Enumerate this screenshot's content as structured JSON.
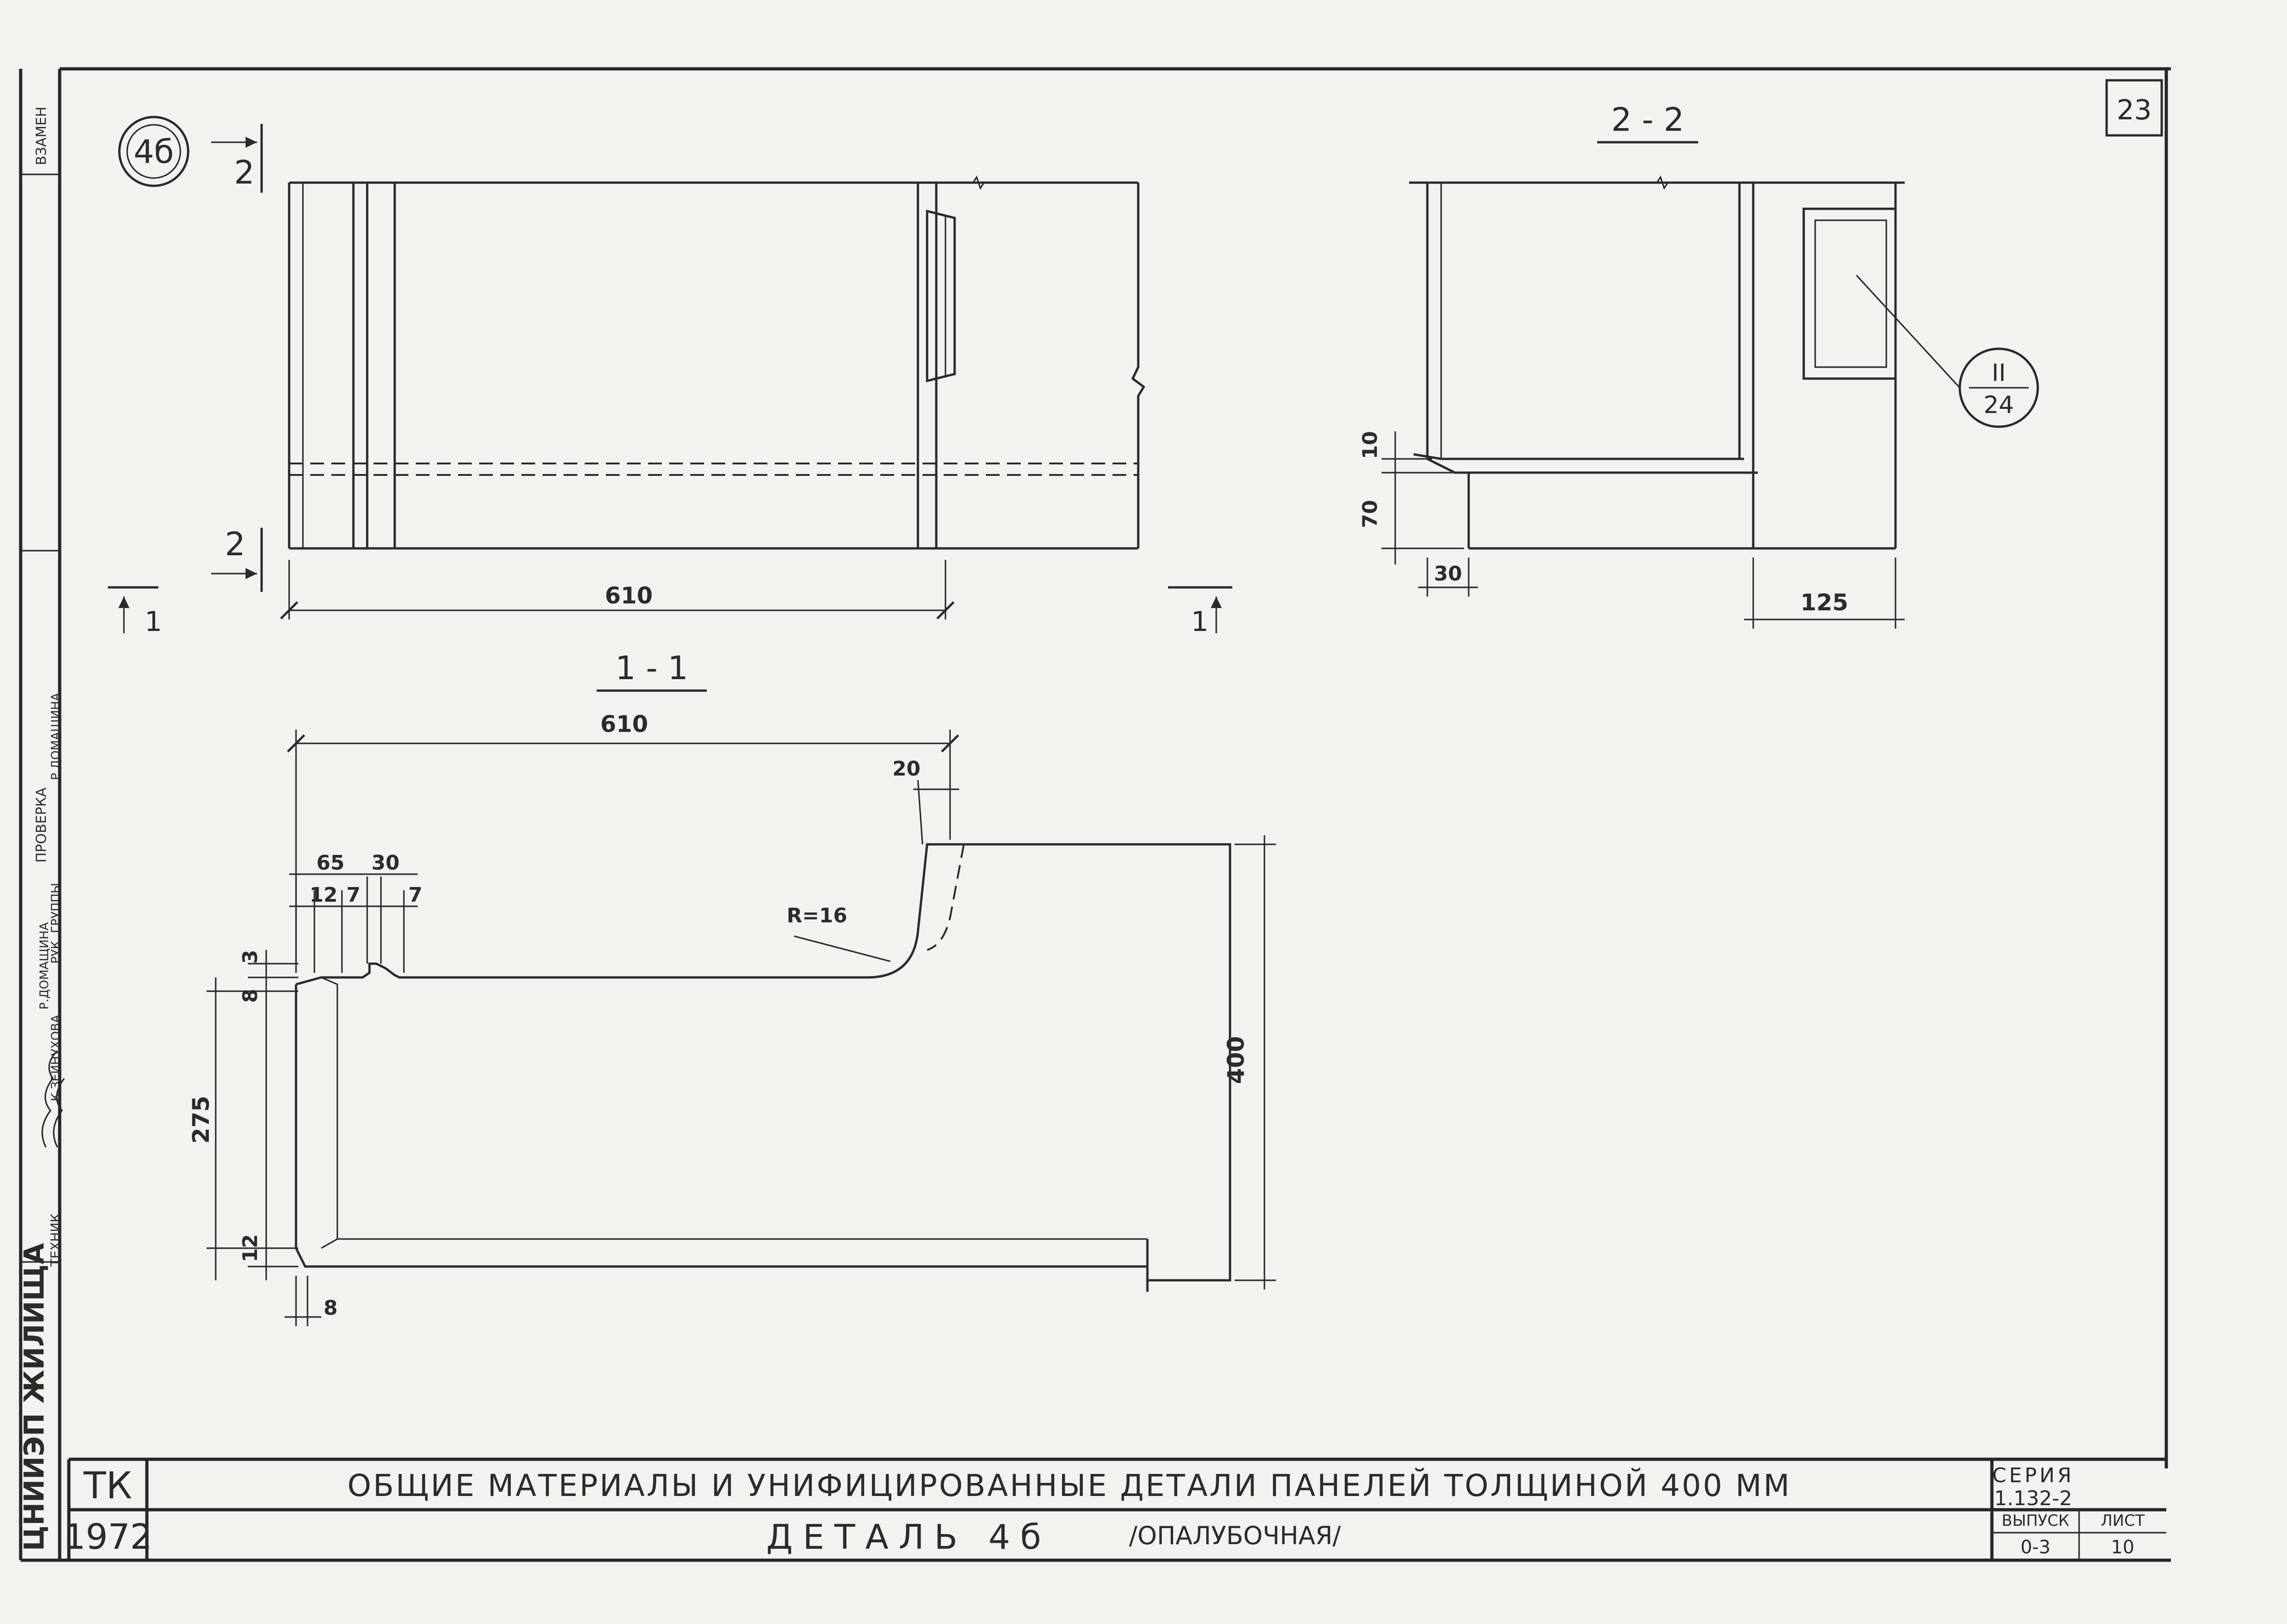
{
  "sheet": {
    "page_number": "23",
    "detail_mark": "4б"
  },
  "side_strip": {
    "institute": "ЦНИИЭП ЖИЛИЩА",
    "vzamen": "ВЗАМЕН",
    "proverka": "ПРОВЕРКА",
    "roles": [
      "ТЕХНИК",
      "РУК. ГРУППЫ"
    ],
    "names": [
      "Р.ДОМАЩИНА",
      "К.ЗЕЙНУХОВА",
      "Р.ДОМАЩИНА"
    ]
  },
  "plan_view": {
    "cut_2_top": "2",
    "cut_2_bottom": "2",
    "cut_1_left": "1",
    "cut_1_right": "1",
    "width": "610"
  },
  "section_2_2": {
    "title": "2 - 2",
    "dim_10": "10",
    "dim_70": "70",
    "dim_30": "30",
    "dim_125": "125",
    "callout_num": "II",
    "callout_sheet": "24"
  },
  "section_1_1": {
    "title": "1 - 1",
    "top_width": "610",
    "dim_20": "20",
    "dim_65": "65",
    "dim_30": "30",
    "dim_12": "12",
    "dim_7a": "7",
    "dim_7b": "7",
    "radius": "R=16",
    "dim_3": "3",
    "dim_8_vert": "8",
    "dim_275": "275",
    "dim_12_bottom": "12",
    "dim_8_bottom": "8",
    "dim_400": "400"
  },
  "title_block": {
    "code": "ТК",
    "year": "1972",
    "line1": "ОБЩИЕ МАТЕРИАЛЫ И УНИФИЦИРОВАННЫЕ ДЕТАЛИ ПАНЕЛЕЙ ТОЛЩИНОЙ 400 ММ",
    "line2_main": "ДЕТАЛЬ 4б",
    "line2_sub": "/ОПАЛУБОЧНАЯ/",
    "series_label": "СЕРИЯ",
    "series_value": "1.132-2",
    "issue_label": "ВЫПУСК",
    "issue_value": "0-3",
    "sheet_label": "ЛИСТ",
    "sheet_value": "10"
  }
}
